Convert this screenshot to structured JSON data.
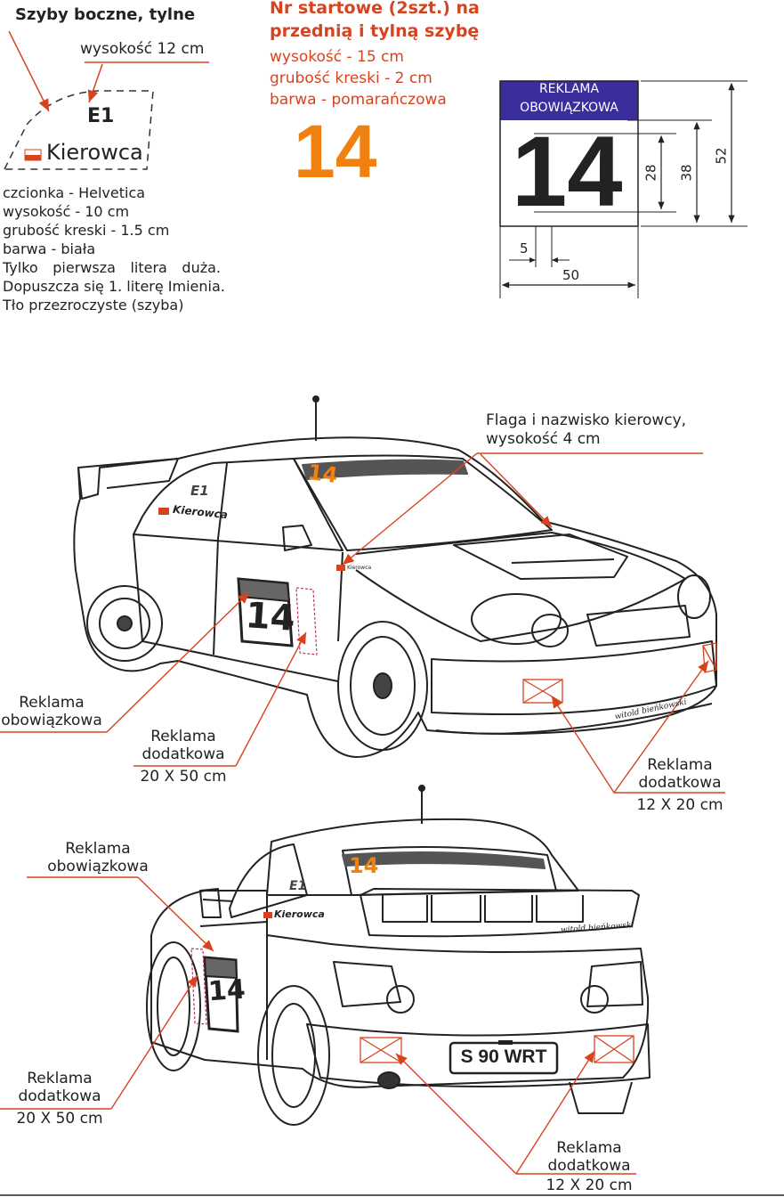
{
  "side_windows": {
    "title": "Szyby boczne, tylne",
    "height_label": "wysokość 12 cm",
    "code": "E1",
    "driver_name": "Kierowca",
    "spec_lines": [
      "czcionka - Helvetica",
      "wysokość - 10 cm",
      "grubość kreski - 1.5 cm",
      "barwa - biała",
      "Tylko pierwsza litera duża.",
      "Dopuszcza się 1. literę Imienia.",
      "Tło przezroczyste (szyba)"
    ]
  },
  "start_numbers": {
    "title_line1": "Nr startowe (2szt.) na",
    "title_line2": "przednią i tylną szybę",
    "spec_lines": [
      "wysokość - 15 cm",
      "grubość  kreski - 2 cm",
      "barwa - pomarańczowa"
    ],
    "sample_number": "14",
    "number_color": "#f08010"
  },
  "door_plate": {
    "header_line1": "REKLAMA",
    "header_line2": "OBOWIĄZKOWA",
    "number": "14",
    "header_color": "#3a2d9c",
    "dimensions": {
      "height_inner": "28",
      "height_mid": "38",
      "height_total": "52",
      "margin": "5",
      "width": "50"
    }
  },
  "front_view": {
    "flag_callout_line1": "Flaga i nazwisko kierowcy,",
    "flag_callout_line2": "wysokość 4 cm",
    "mandatory_line1": "Reklama",
    "mandatory_line2": "obowiązkowa",
    "door_extra_line1": "Reklama",
    "door_extra_line2": "dodatkowa",
    "door_extra_size": "20 X 50 cm",
    "bumper_extra_line1": "Reklama",
    "bumper_extra_line2": "dodatkowa",
    "bumper_extra_size": "12 X 20 cm",
    "windscreen_number": "14",
    "door_number": "14",
    "side_code": "E1",
    "side_name": "Kierowca",
    "fender_name": "Kierowca",
    "signature": "witold bieńkowski"
  },
  "rear_view": {
    "mandatory_line1": "Reklama",
    "mandatory_line2": "obowiązkowa",
    "door_extra_line1": "Reklama",
    "door_extra_line2": "dodatkowa",
    "door_extra_size": "20 X 50 cm",
    "bumper_extra_line1": "Reklama",
    "bumper_extra_line2": "dodatkowa",
    "bumper_extra_size": "12 X 20 cm",
    "rear_window_number": "14",
    "door_number": "14",
    "side_code": "E1",
    "side_name": "Kierowca",
    "plate": "S 90 WRT",
    "signature": "witold bieńkowski"
  },
  "colors": {
    "callout_line": "#d8431f",
    "accent_orange": "#f08010",
    "plate_blue": "#3a2d9c"
  }
}
